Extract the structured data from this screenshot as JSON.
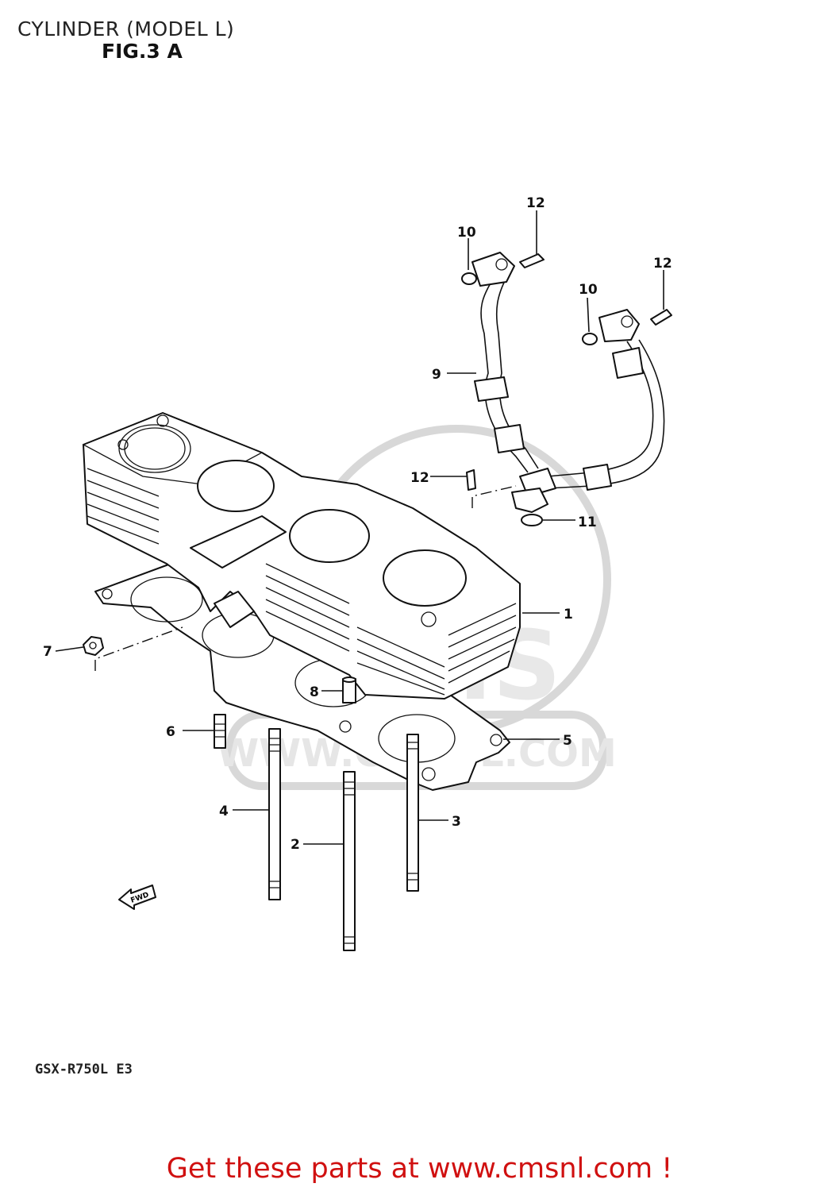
{
  "header": {
    "title": "CYLINDER (MODEL L)",
    "figure": "FIG.3 A"
  },
  "model_code": "GSX-R750L  E3",
  "fwd_label": "FWD",
  "watermark_text": "WWW.CMSNL.COM",
  "watermark_logo": "CMS",
  "callouts": {
    "c1": "1",
    "c2": "2",
    "c3": "3",
    "c4": "4",
    "c5": "5",
    "c6": "6",
    "c7": "7",
    "c8": "8",
    "c9": "9",
    "c10a": "10",
    "c10b": "10",
    "c11": "11",
    "c12a": "12",
    "c12b": "12",
    "c12c": "12"
  },
  "footer": {
    "cta": "Get these parts at www.cmsnl.com !"
  },
  "colors": {
    "cta": "#d01010",
    "watermark": "#d8d8d8"
  }
}
